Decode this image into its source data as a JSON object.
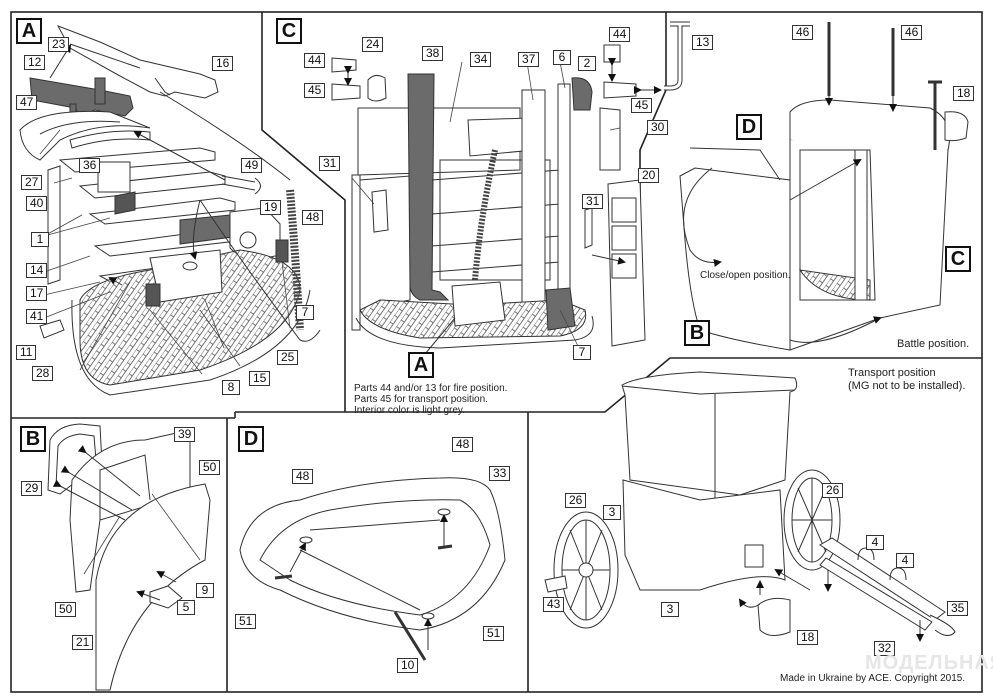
{
  "sheet": {
    "panels": {
      "A": {
        "tag": "A",
        "labels": {
          "p23": "23",
          "p12": "12",
          "p16": "16",
          "p47": "47",
          "p36": "36",
          "p27": "27",
          "p40": "40",
          "p49": "49",
          "p1": "1",
          "p19": "19",
          "p48": "48",
          "p14": "14",
          "p17": "17",
          "p41": "41",
          "p7": "7",
          "p11": "11",
          "p28": "28",
          "p25": "25",
          "p8": "8",
          "p15": "15"
        }
      },
      "C": {
        "tag": "C",
        "labels": {
          "p44a": "44",
          "p45a": "45",
          "p24": "24",
          "p38": "38",
          "p34": "34",
          "p37": "37",
          "p6": "6",
          "p2": "2",
          "p44b": "44",
          "p45b": "45",
          "p13": "13",
          "p30": "30",
          "p31a": "31",
          "p31b": "31",
          "p20": "20",
          "p7": "7"
        },
        "sub_tag": "A",
        "notes": [
          "Parts 44 and/or 13 for fire position.",
          "Parts 45 for transport position.",
          "Interior color is light grey."
        ]
      },
      "battle": {
        "labels": {
          "p46a": "46",
          "p46b": "46",
          "p18": "18"
        },
        "tags": {
          "D": "D",
          "C": "C",
          "B": "B"
        },
        "close_open_note": "Close/open position.",
        "caption": "Battle position."
      },
      "B": {
        "tag": "B",
        "labels": {
          "p39": "39",
          "p50a": "50",
          "p29": "29",
          "p9": "9",
          "p50b": "50",
          "p5": "5",
          "p21": "21"
        }
      },
      "D": {
        "tag": "D",
        "labels": {
          "p48a": "48",
          "p48b": "48",
          "p33": "33",
          "p51a": "51",
          "p51b": "51",
          "p10": "10"
        }
      },
      "transport": {
        "caption_line1": "Transport position",
        "caption_line2": "(MG not to be installed).",
        "labels": {
          "p26a": "26",
          "p26b": "26",
          "p3a": "3",
          "p3b": "3",
          "p4a": "4",
          "p4b": "4",
          "p43": "43",
          "p35": "35",
          "p18": "18",
          "p32": "32"
        },
        "copyright": "Made in Ukraine by ACE. Copyright 2015.",
        "watermark": "МОДЕЛЬНАЯ"
      }
    }
  }
}
